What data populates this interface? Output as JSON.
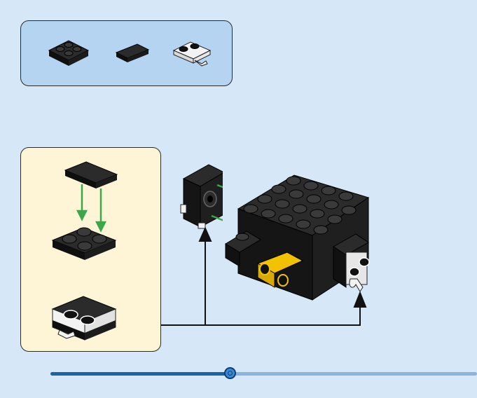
{
  "parts_needed": {
    "items": [
      {
        "name": "plate-2x2-black",
        "icon": "black-2x2-plate-icon",
        "count": ""
      },
      {
        "name": "tile-1x2-black",
        "icon": "black-1x2-tile-icon",
        "count": ""
      },
      {
        "name": "plate-2x2-white-with-clip",
        "icon": "white-clip-plate-icon",
        "count": ""
      }
    ]
  },
  "colors": {
    "background": "#d6e8f8",
    "parts_panel": "#b4d4f2",
    "subassembly_panel": "#fdf5d6",
    "brick_black": "#1b1b1b",
    "brick_white": "#f2f2f2",
    "arrow_green": "#3aa84a",
    "accent_yellow": "#f2c200",
    "progress_fill": "#1a63a8",
    "progress_track": "#8cb3de"
  },
  "progress": {
    "fraction": 0.42
  }
}
